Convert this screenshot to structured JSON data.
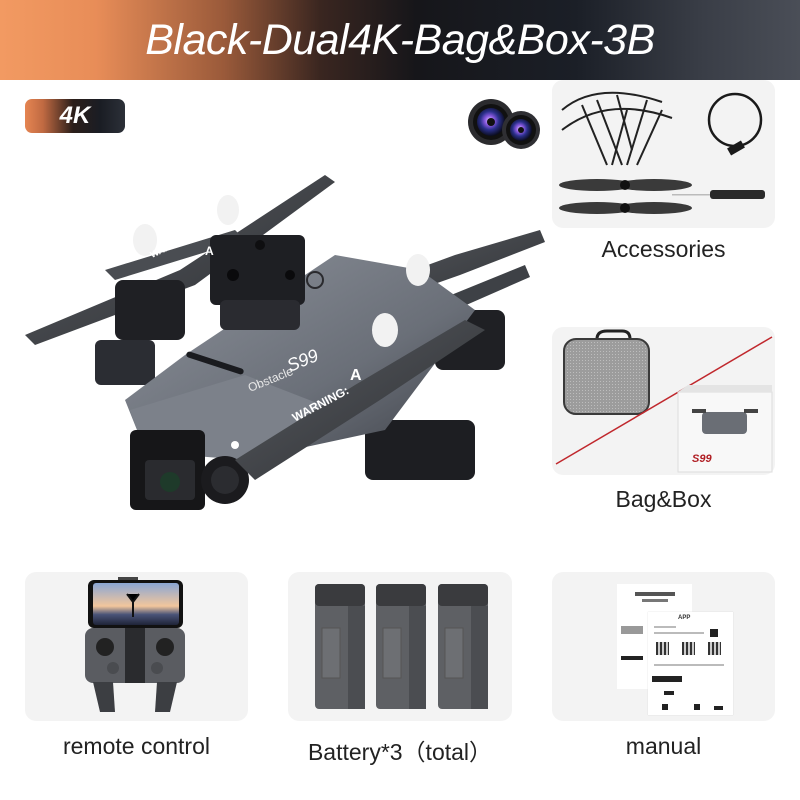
{
  "banner": {
    "title": "Black-Dual4K-Bag&Box-3B",
    "gradient_colors": [
      "#f29a62",
      "#16161a",
      "#4a4e57"
    ]
  },
  "badge": {
    "label": "4K"
  },
  "hero": {
    "product": "drone",
    "model_text": "S99",
    "brand_text": "Obstacle",
    "warning_text": "WARNING:",
    "arm_marker": "A",
    "camera_icon": "dual-camera-lens-icon"
  },
  "cards": {
    "accessories": {
      "label": "Accessories",
      "items": [
        "propeller-guards",
        "usb-cable",
        "spare-propellers",
        "screwdriver"
      ]
    },
    "bag_box": {
      "label": "Bag&Box",
      "items": [
        "carry-bag",
        "retail-box"
      ],
      "box_model_text": "S99",
      "divider_color": "#c0282d"
    },
    "remote": {
      "label": "remote control"
    },
    "battery": {
      "label": "Battery*3（total）",
      "count": 3
    },
    "manual": {
      "label": "manual",
      "visible_text": "APP"
    }
  },
  "colors": {
    "card_bg": "#f3f3f3",
    "label_text": "#222222",
    "drone_body": "#6e737d",
    "propeller": "#3c3f44"
  }
}
